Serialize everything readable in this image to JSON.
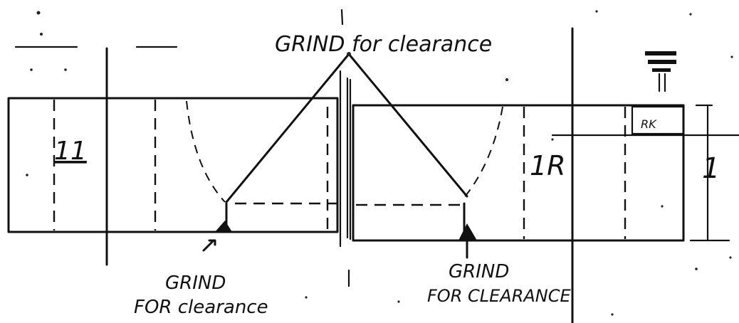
{
  "labels": {
    "top_note": "GRIND for clearance",
    "bottom_left_line1": "GRIND",
    "bottom_left_line2": "FOR clearance",
    "bottom_right_line1": "GRIND",
    "bottom_right_line2": "FOR CLEARANCE",
    "left_dim": "11",
    "right_dim": "1R",
    "height_dim": "1",
    "small_box": "RK"
  }
}
